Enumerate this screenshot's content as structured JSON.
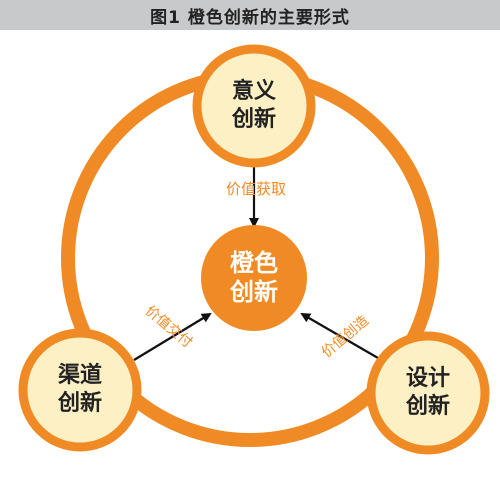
{
  "title": "图1 橙色创新的主要形式",
  "colors": {
    "orange": "#f08a24",
    "node_fill": "#fdf0c4",
    "arrow": "#111111",
    "edge_text": "#f08a24",
    "center_text": "#ffffff",
    "node_text": "#222222",
    "title_bg": "#c8c9ca"
  },
  "nodes": {
    "top": {
      "line1": "意义",
      "line2": "创新"
    },
    "left": {
      "line1": "渠道",
      "line2": "创新"
    },
    "right": {
      "line1": "设计",
      "line2": "创新"
    },
    "center": {
      "line1": "橙色",
      "line2": "创新"
    }
  },
  "edges": {
    "top": "价值获取",
    "left": "价值交付",
    "right": "价值创造"
  }
}
